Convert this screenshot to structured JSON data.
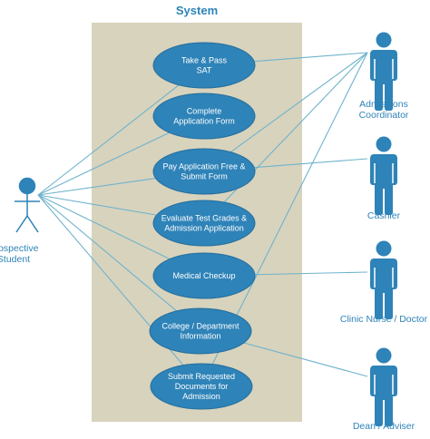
{
  "system": {
    "title": "System"
  },
  "use_cases": [
    {
      "id": "uc1",
      "lines": [
        "Take & Pass",
        "SAT"
      ]
    },
    {
      "id": "uc2",
      "lines": [
        "Complete",
        "Application Form"
      ]
    },
    {
      "id": "uc3",
      "lines": [
        "Pay Application Free &",
        "Submit Form"
      ]
    },
    {
      "id": "uc4",
      "lines": [
        "Evaluate Test Grades &",
        "Admission Application"
      ]
    },
    {
      "id": "uc5",
      "lines": [
        "Medical Checkup"
      ]
    },
    {
      "id": "uc6",
      "lines": [
        "College / Department",
        "Information"
      ]
    },
    {
      "id": "uc7",
      "lines": [
        "Submit Requested",
        "Documents for",
        "Admission"
      ]
    }
  ],
  "actors": [
    {
      "id": "student",
      "lines": [
        "Prospective",
        "Student"
      ]
    },
    {
      "id": "coordinator",
      "lines": [
        "Admissions",
        "Coordinator"
      ]
    },
    {
      "id": "cashier",
      "lines": [
        "Cashier"
      ]
    },
    {
      "id": "nurse",
      "lines": [
        "Clinic Nurse / Doctor"
      ]
    },
    {
      "id": "dean",
      "lines": [
        "Dean / Adviser"
      ]
    }
  ],
  "associations": [
    [
      "student",
      "uc1"
    ],
    [
      "student",
      "uc2"
    ],
    [
      "student",
      "uc3"
    ],
    [
      "student",
      "uc4"
    ],
    [
      "student",
      "uc5"
    ],
    [
      "student",
      "uc6"
    ],
    [
      "student",
      "uc7"
    ],
    [
      "coordinator",
      "uc1"
    ],
    [
      "coordinator",
      "uc3"
    ],
    [
      "coordinator",
      "uc4"
    ],
    [
      "coordinator",
      "uc7"
    ],
    [
      "cashier",
      "uc3"
    ],
    [
      "nurse",
      "uc5"
    ],
    [
      "dean",
      "uc6"
    ]
  ],
  "colors": {
    "system_fill": "#d8d3bd",
    "use_case_fill": "#2e83b8",
    "use_case_stroke": "#256e9c",
    "actor_fill": "#2e83b8",
    "line": "#6fb3cc",
    "label": "#2e83b8"
  }
}
